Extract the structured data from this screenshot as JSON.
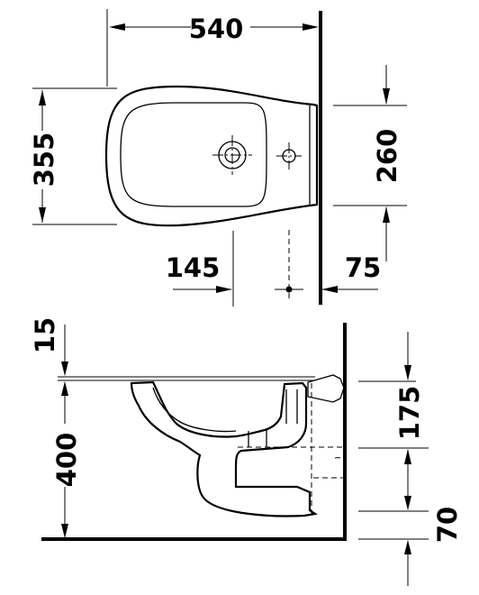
{
  "top_view": {
    "width_label": "540",
    "depth_label": "355",
    "fixing_height_label": "260",
    "tap_hole_label": "145",
    "wall_offset_label": "75"
  },
  "side_view": {
    "rim_gap_label": "15",
    "rim_height_label": "400",
    "connection_label": "175",
    "floor_offset_label": "70"
  }
}
